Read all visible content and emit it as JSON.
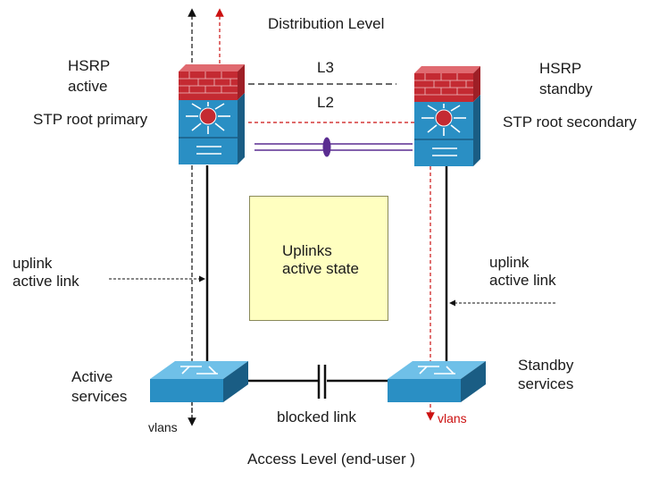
{
  "labels": {
    "distribution": "Distribution Level",
    "l3": "L3",
    "l2": "L2",
    "hsrp_active_1": "HSRP",
    "hsrp_active_2": "active",
    "hsrp_standby_1": "HSRP",
    "hsrp_standby_2": "standby",
    "stp_primary": "STP root primary",
    "stp_secondary": "STP root secondary",
    "box_1": "Uplinks",
    "box_2": "active state",
    "uplink_left_1": "uplink",
    "uplink_left_2": "active link",
    "uplink_right_1": "uplink",
    "uplink_right_2": "active link",
    "active_services_1": "Active",
    "active_services_2": "services",
    "standby_services_1": "Standby",
    "standby_services_2": "services",
    "vlans_left": "vlans",
    "vlans_right": "vlans",
    "blocked": "blocked link",
    "access": "Access Level (end-user )"
  },
  "colors": {
    "red_path": "#cc1111",
    "switch_blue": "#2a8fc4",
    "firewall_red": "#c42a32",
    "box_fill": "#ffffc0",
    "etherchannel": "#5a2d91"
  },
  "icons": {
    "left_distribution": "multilayer-switch-firewall-icon",
    "right_distribution": "multilayer-switch-firewall-icon",
    "left_access": "workgroup-switch-icon",
    "right_access": "workgroup-switch-icon"
  }
}
